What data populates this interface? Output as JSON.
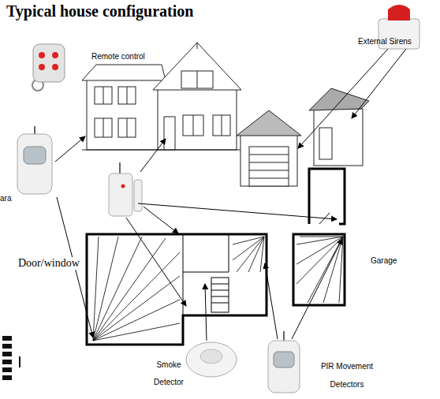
{
  "diagram": {
    "title": "Typical house configuration",
    "labels": [
      "Remote control",
      "External Sirens",
      "ara",
      "Door/window",
      "Garage",
      "Smoke Detector",
      "PIR Movement Detectors"
    ]
  }
}
